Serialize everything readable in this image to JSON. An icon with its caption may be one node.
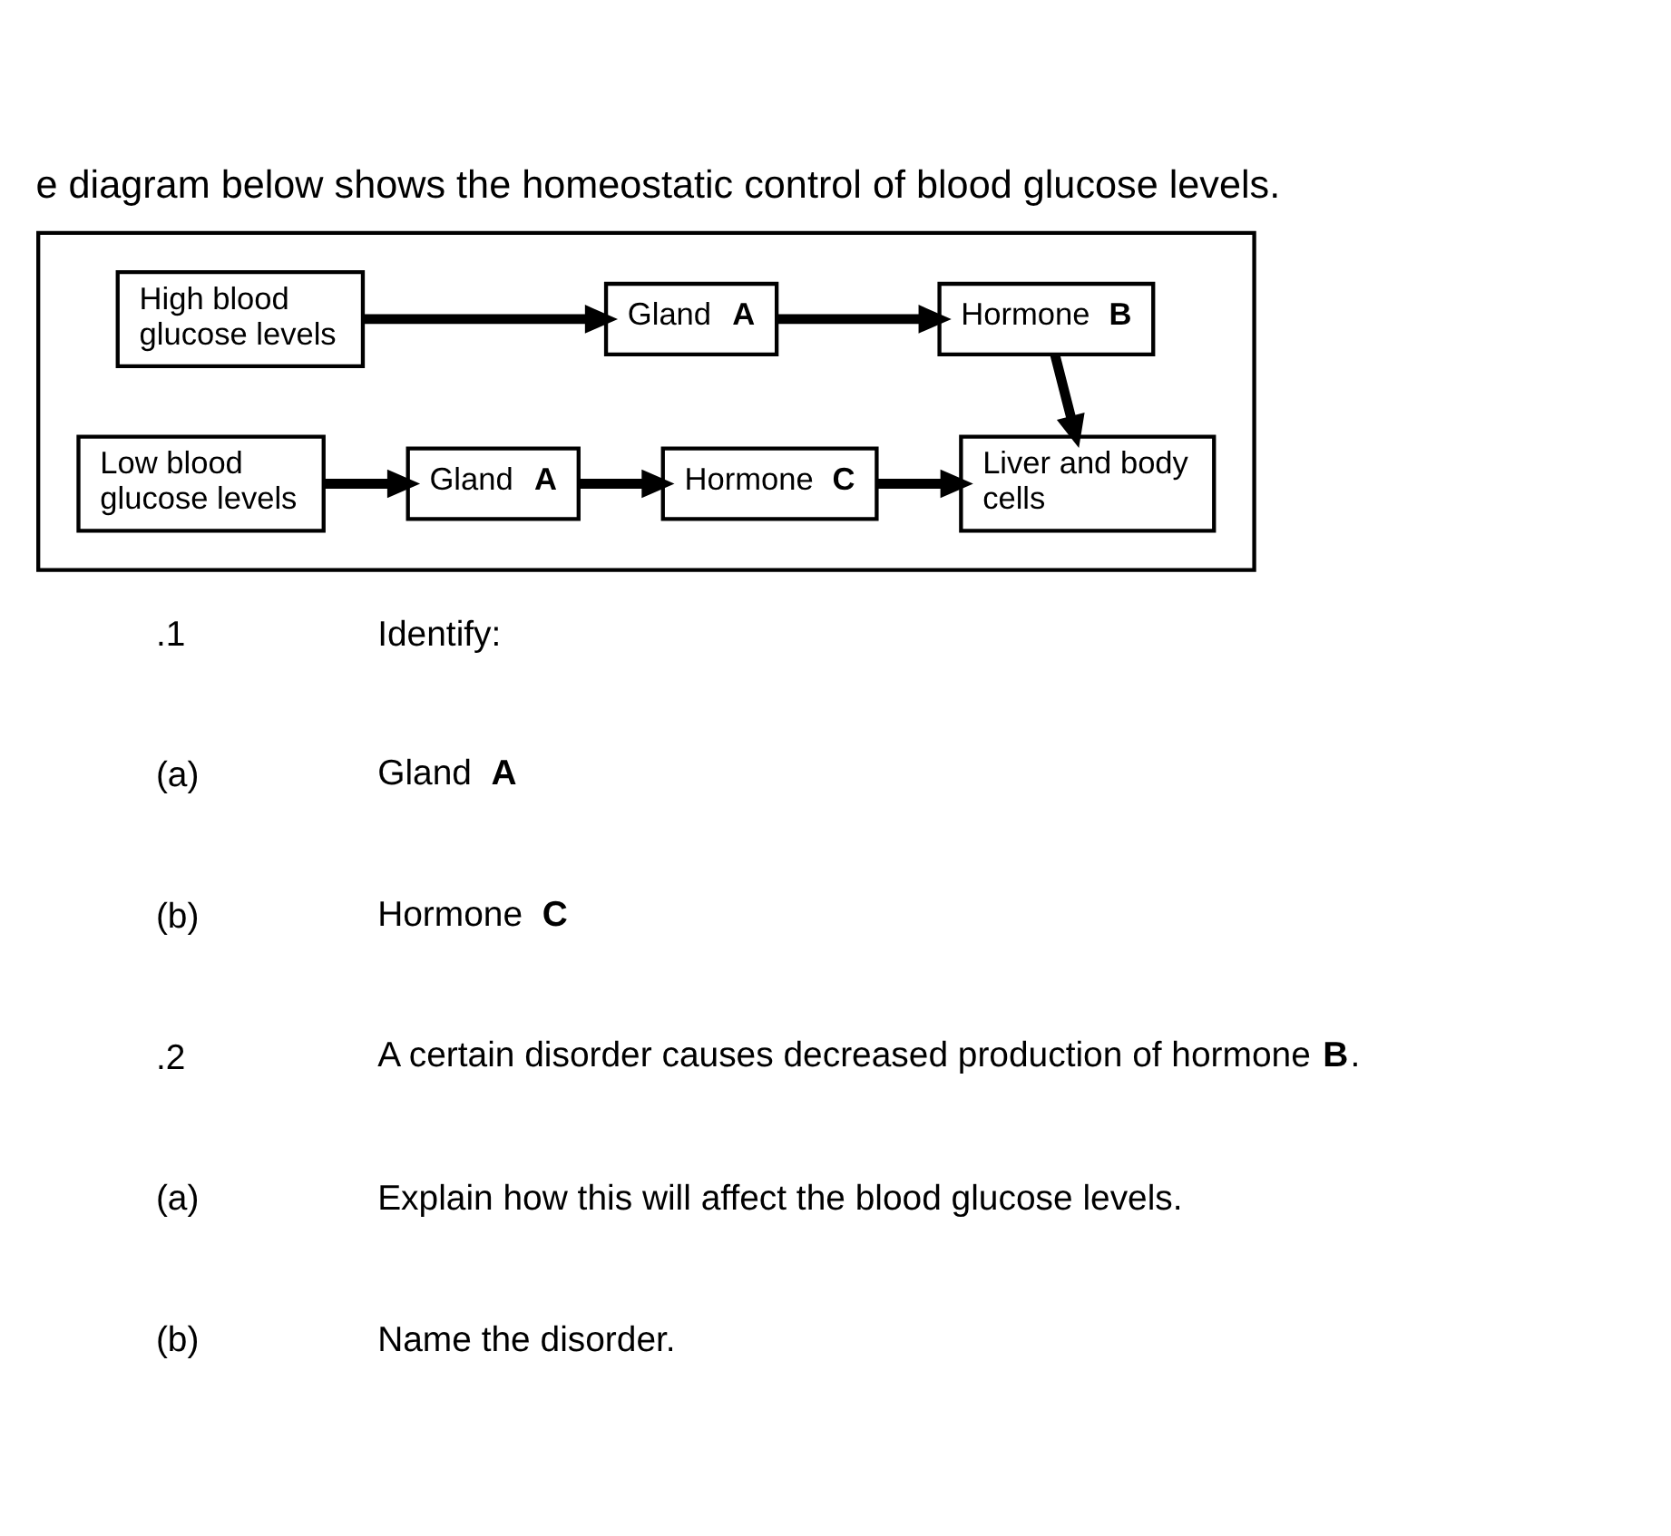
{
  "diagram": {
    "title": "e diagram below shows the homeostatic control of blood glucose levels.",
    "nodes": [
      {
        "text": [],
        "shape": "box"
      },
      {
        "text": [
          "High blood glucose levels"
        ],
        "in": 0
      },
      {
        "text": [
          "Gland **A**"
        ],
        "in": 0
      },
      {
        "text": [
          "Hormone **B**"
        ],
        "in": 0
      },
      {
        "text": [
          "Liver and body cells"
        ],
        "in": 0
      },
      {
        "text": [
          "Low blood glucose levels"
        ],
        "in": 0
      },
      {
        "text": [
          "Gland **A**"
        ],
        "in": 0
      },
      {
        "text": [
          "Hormone **C**"
        ],
        "in": 0
      }
    ],
    "edges": [
      {
        "from": 1,
        "to": 2,
        "arrow": "to"
      },
      {
        "from": 2,
        "to": 3,
        "arrow": "to"
      },
      {
        "from": 3,
        "to": 4,
        "arrow": "to"
      },
      {
        "from": 5,
        "to": 6,
        "arrow": "to"
      },
      {
        "from": 6,
        "to": 7,
        "arrow": "to"
      },
      {
        "from": 7,
        "to": 4,
        "arrow": "to"
      }
    ],
    "labels": [
      ".1",
      "Identify:",
      "(a)",
      "Gland **A**",
      "(b)",
      "Hormone **C**",
      ".2",
      "A certain disorder causes decreased production of hormone **B**.",
      "(a)",
      "Explain how this will affect the blood glucose levels.",
      "(b)",
      "Name the disorder."
    ]
  }
}
